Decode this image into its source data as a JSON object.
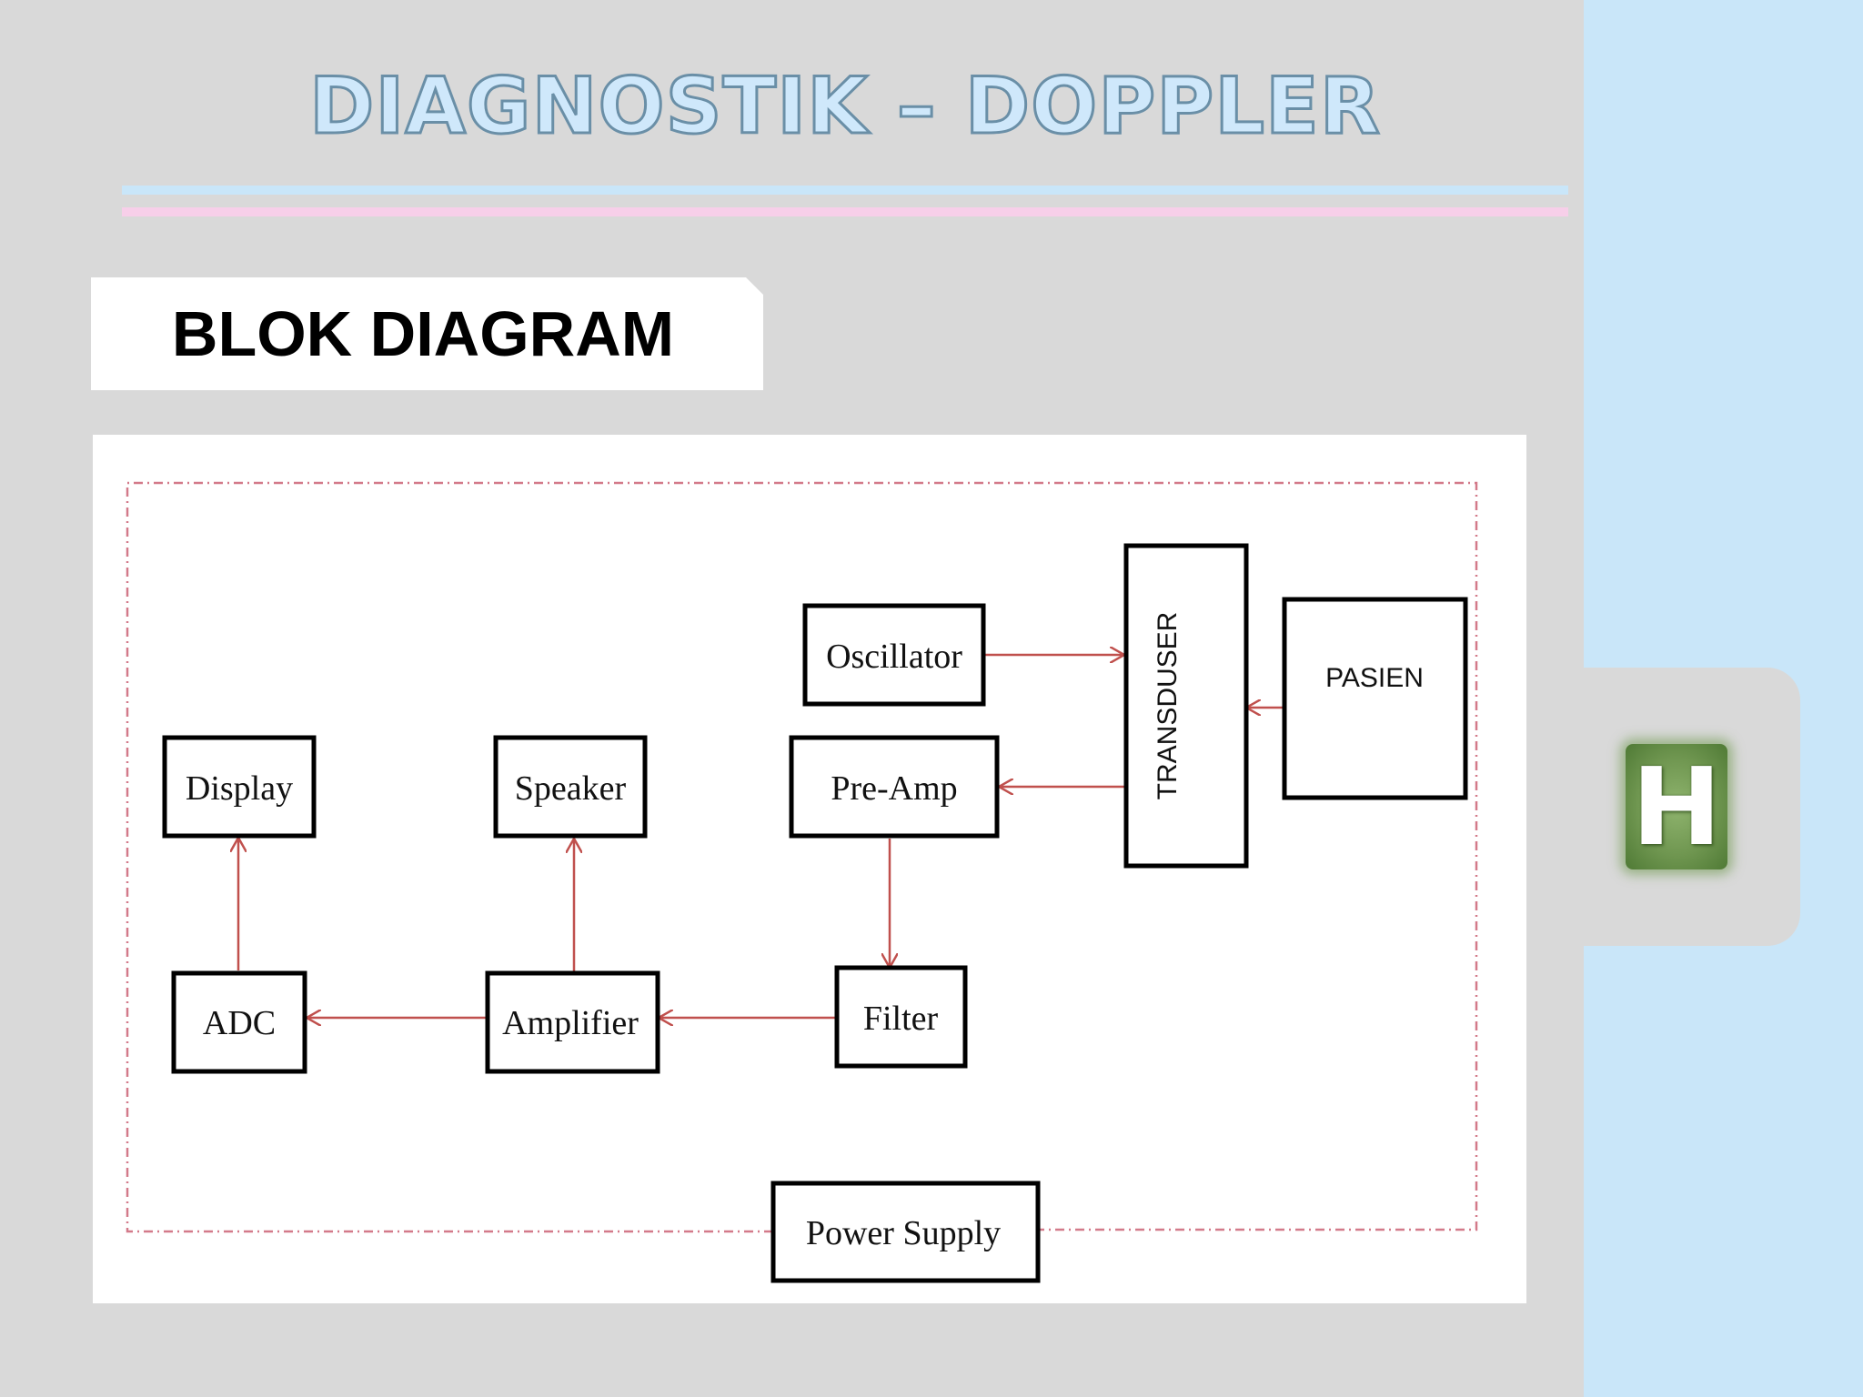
{
  "slide": {
    "title": "DIAGNOSTIK – DOPPLER",
    "section_label": "BLOK DIAGRAM",
    "logo_letter": "H"
  },
  "colors": {
    "background": "#d9d9d9",
    "side_panel": "#c9e6f9",
    "title_fill": "#cfe8fb",
    "title_stroke": "#6a8fa7",
    "rule_blue": "#c9e6f9",
    "rule_pink": "#f7cfe9",
    "arrow": "#c0504d",
    "logo_green": "#6f9650"
  },
  "diagram": {
    "blocks": {
      "oscillator": "Oscillator",
      "transduser": "TRANSDUSER",
      "pasien": "PASIEN",
      "display": "Display",
      "speaker": "Speaker",
      "pre_amp": "Pre-Amp",
      "adc": "ADC",
      "amplifier": "Amplifier",
      "filter": "Filter",
      "power_supply": "Power Supply"
    },
    "connections": [
      {
        "from": "Oscillator",
        "to": "TRANSDUSER"
      },
      {
        "from": "PASIEN",
        "to": "TRANSDUSER"
      },
      {
        "from": "TRANSDUSER",
        "to": "Pre-Amp"
      },
      {
        "from": "Pre-Amp",
        "to": "Filter"
      },
      {
        "from": "Filter",
        "to": "Amplifier"
      },
      {
        "from": "Amplifier",
        "to": "Speaker"
      },
      {
        "from": "Amplifier",
        "to": "ADC"
      },
      {
        "from": "ADC",
        "to": "Display"
      }
    ]
  }
}
